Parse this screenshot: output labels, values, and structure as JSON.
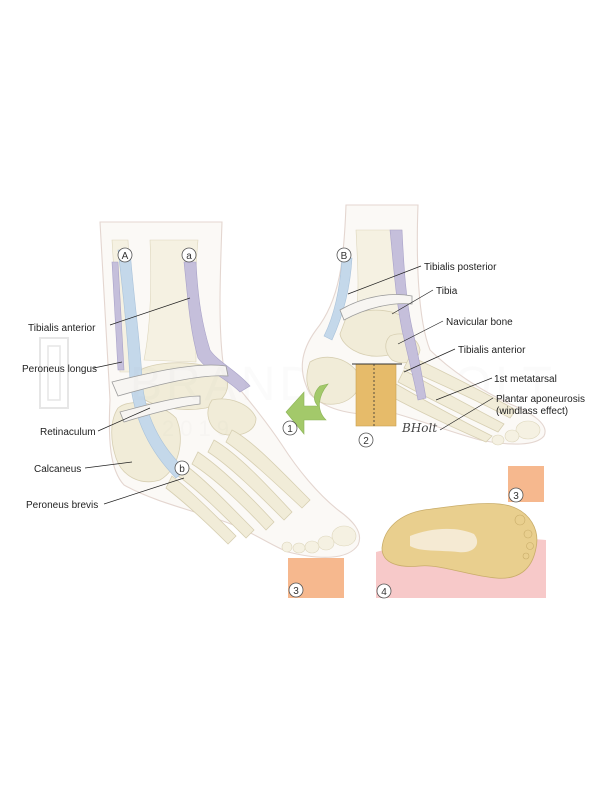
{
  "labels": {
    "tibialis_anterior_left": "Tibialis anterior",
    "peroneus_longus": "Peroneus longus",
    "retinaculum": "Retinaculum",
    "calcaneus": "Calcaneus",
    "peroneus_brevis": "Peroneus brevis",
    "tibialis_posterior": "Tibialis posterior",
    "tibia": "Tibia",
    "navicular_bone": "Navicular bone",
    "tibialis_anterior_right": "Tibialis anterior",
    "first_metatarsal": "1st metatarsal",
    "plantar_aponeurosis_line1": "Plantar aponeurosis",
    "plantar_aponeurosis_line2": "(windlass effect)"
  },
  "markers": {
    "A": "A",
    "a": "a",
    "b": "b",
    "B": "B",
    "n1": "1",
    "n2": "2",
    "n3_left": "3",
    "n3_right": "3",
    "n4": "4"
  },
  "watermark": {
    "name": "BRANDON HOLT",
    "year": "2019"
  },
  "signature": "BHolt",
  "colors": {
    "tendon_blue": "#c4d8ea",
    "tendon_purple": "#c5bfdb",
    "arrow_green": "#a3c96a",
    "lever_orange": "#e6bb6a",
    "box_salmon": "#f6b88e",
    "footprint_pink": "#f7c9c9",
    "footprint_yellow": "#e9cf8e"
  }
}
